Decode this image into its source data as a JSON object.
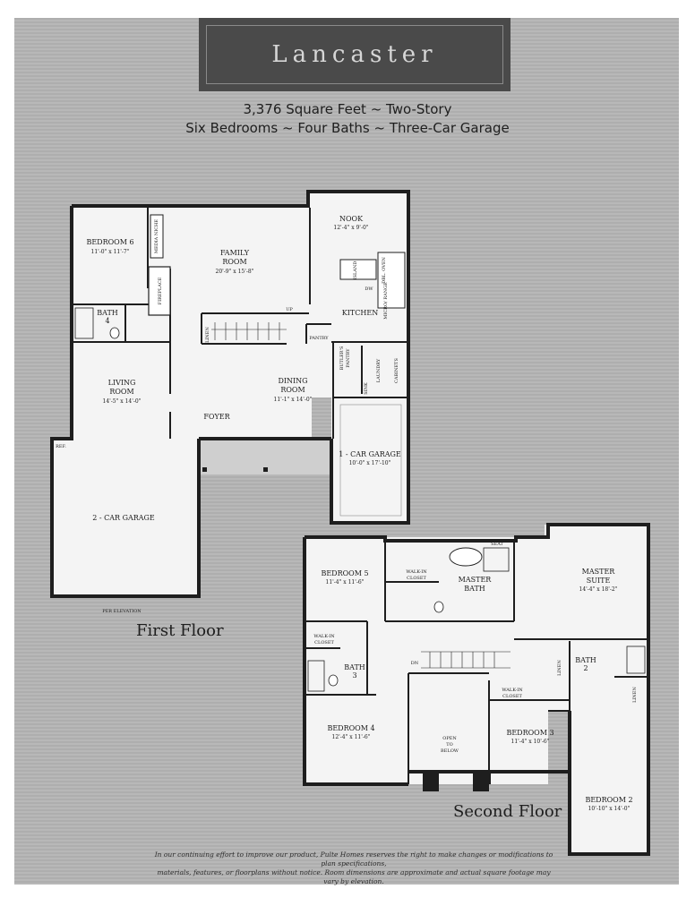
{
  "header": {
    "title": "Lancaster",
    "line1": "3,376 Square Feet ~ Two-Story",
    "line2": "Six Bedrooms ~ Four Baths ~ Three-Car Garage"
  },
  "first_floor": {
    "label": "First Floor",
    "rooms": {
      "bedroom6": {
        "name": "BEDROOM 6",
        "dim": "11'-0\" x 11'-7\""
      },
      "media_niche": {
        "name": "MEDIA NICHE"
      },
      "fireplace": {
        "name": "FIREPLACE"
      },
      "family_room": {
        "line1": "FAMILY",
        "line2": "ROOM",
        "dim": "20'-9\" x 15'-8\""
      },
      "nook": {
        "name": "NOOK",
        "dim": "12'-4\" x 9'-0\""
      },
      "island": {
        "name": "ISLAND"
      },
      "dw": {
        "name": "DW"
      },
      "dbl_oven": {
        "name": "DBL. OVEN"
      },
      "micro_range": {
        "name": "MICRO/ RANGE"
      },
      "kitchen": {
        "name": "KITCHEN"
      },
      "up": {
        "name": "UP"
      },
      "pantry": {
        "name": "PANTRY"
      },
      "linen": {
        "name": "LINEN"
      },
      "bath4": {
        "line1": "BATH",
        "line2": "4"
      },
      "butlers_pantry": {
        "line1": "BUTLER'S",
        "line2": "PANTRY"
      },
      "laundry": {
        "name": "LAUNDRY"
      },
      "cabinets": {
        "name": "CABINETS"
      },
      "sink": {
        "name": "SINK"
      },
      "living_room": {
        "line1": "LIVING",
        "line2": "ROOM",
        "dim": "14'-5\" x 14'-0\""
      },
      "dining_room": {
        "line1": "DINING",
        "line2": "ROOM",
        "dim": "11'-1\" x 14'-0\""
      },
      "foyer": {
        "name": "FOYER"
      },
      "garage1": {
        "name": "1 - CAR GARAGE",
        "dim": "10'-0\" x 17'-10\""
      },
      "garage2": {
        "name": "2 - CAR GARAGE"
      },
      "ref": {
        "name": "REF."
      },
      "elevation": {
        "name": "PER ELEVATION"
      }
    }
  },
  "second_floor": {
    "label": "Second Floor",
    "rooms": {
      "bedroom5": {
        "name": "BEDROOM 5",
        "dim": "11'-4\" x 11'-6\""
      },
      "walkin_master": {
        "line1": "WALK-IN",
        "line2": "CLOSET"
      },
      "seat": {
        "name": "SEAT"
      },
      "master_bath": {
        "line1": "MASTER",
        "line2": "BATH"
      },
      "master_suite": {
        "line1": "MASTER",
        "line2": "SUITE",
        "dim": "14'-4\" x 18'-2\""
      },
      "walkin_b5": {
        "line1": "WALK-IN",
        "line2": "CLOSET"
      },
      "bath3": {
        "line1": "BATH",
        "line2": "3"
      },
      "dn": {
        "name": "DN"
      },
      "linen_a": {
        "name": "LINEN"
      },
      "bath2": {
        "line1": "BATH",
        "line2": "2"
      },
      "linen_b": {
        "name": "LINEN"
      },
      "walkin_b3": {
        "line1": "WALK-IN",
        "line2": "CLOSET"
      },
      "bedroom4": {
        "name": "BEDROOM 4",
        "dim": "12'-4\" x 11'-6\""
      },
      "open_below": {
        "line1": "OPEN",
        "line2": "TO",
        "line3": "BELOW"
      },
      "bedroom3": {
        "name": "BEDROOM 3",
        "dim": "11'-4\" x 10'-6\""
      },
      "bedroom2": {
        "name": "BEDROOM 2",
        "dim": "10'-10\" x 14'-0\""
      }
    }
  },
  "disclaimer": {
    "line1": "In our continuing effort to improve our product, Pulte Homes reserves the right to make changes or modifications to plan specifications,",
    "line2": "materials, features, or floorplans without notice. Room dimensions are approximate and actual square footage may vary by elevation."
  },
  "colors": {
    "background": "#b4b4b4",
    "floor_fill": "#f4f4f4",
    "wall": "#1e1e1e",
    "title_box": "#4a4a4a"
  }
}
